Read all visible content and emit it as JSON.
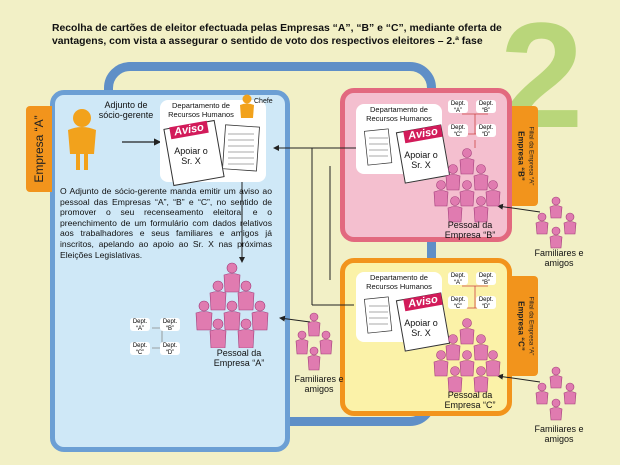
{
  "title": "Recolha de cartões de eleitor efectuada pelas Empresas “A”, “B” e “C”, mediante oferta de vantagens, com vista a assegurar o sentido de voto dos respectivos eleitores – 2.ª fase",
  "big_number": "2",
  "company_a": {
    "tab": "Empresa “A”",
    "adjunto_label": "Adjunto de sócio-gerente",
    "hr_label": "Departamento de Recursos Humanos",
    "chefe_label": "Chefe",
    "aviso": "Aviso",
    "apoiar": "Apoiar o Sr. X",
    "description": "O Adjunto de sócio-gerente manda emitir um aviso ao pessoal das Empresas “A”, “B” e “C”, no sentido de promover o seu recenseamento eleitoral e o preenchimento de um formulário com dados relativos aos trabalhadores e seus familiares e amigos já inscritos, apelando ao apoio ao Sr. X nas próximas Eleições Legislativas.",
    "depts": [
      "Dept. “A”",
      "Dept. “B”",
      "Dept. “C”",
      "Dept. “D”"
    ],
    "pessoal": "Pessoal da Empresa “A”",
    "familiares": "Familiares e amigos"
  },
  "company_b": {
    "tab_main": "Empresa “B”",
    "tab_sub": "Filial da Empresa “A”",
    "hr_label": "Departamento de Recursos Humanos",
    "aviso": "Aviso",
    "apoiar": "Apoiar o Sr. X",
    "depts": [
      "Dept. “A”",
      "Dept. “B”",
      "Dept. “C”",
      "Dept. “D”"
    ],
    "pessoal": "Pessoal da Empresa “B”",
    "familiares": "Familiares e amigos"
  },
  "company_c": {
    "tab_main": "Empresa “C”",
    "tab_sub": "Filial da Empresa “A”",
    "hr_label": "Departamento de Recursos Humanos",
    "aviso": "Aviso",
    "apoiar": "Apoiar o Sr. X",
    "depts": [
      "Dept. “A”",
      "Dept. “B”",
      "Dept. “C”",
      "Dept. “D”"
    ],
    "pessoal": "Pessoal da Empresa “C”",
    "familiares": "Familiares e amigos"
  },
  "colors": {
    "blue_loop": "#5f8fc7",
    "panel_a": "#cfe8f7",
    "panel_b": "#f4bfcf",
    "panel_c": "#fbf2a8",
    "orange": "#f2941c",
    "pink_people": "#e07bb0",
    "aviso_red": "#d21b5a",
    "big_two": "#b9d67a"
  },
  "icons": {
    "adjunto": "person-icon",
    "chefe": "person-icon",
    "people": "people-group-icon",
    "form": "form-document-icon",
    "aviso": "notice-paper-icon"
  }
}
